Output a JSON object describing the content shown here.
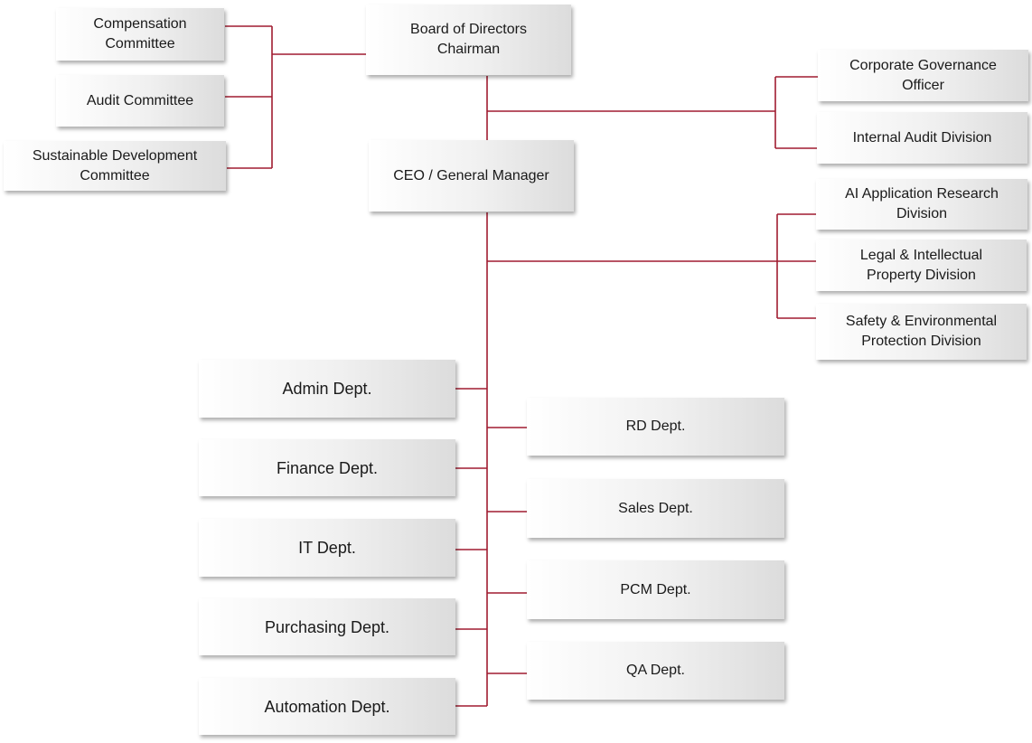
{
  "line_color": "#a01c30",
  "nodes": {
    "board": "Board of Directors\nChairman",
    "compensation": "Compensation\nCommittee",
    "audit_committee": "Audit Committee",
    "sustainable": "Sustainable Development\nCommittee",
    "governance": "Corporate Governance\nOfficer",
    "internal_audit": "Internal Audit Division",
    "ceo": "CEO / General Manager",
    "ai_research": "AI Application    Research\nDivision",
    "legal": "Legal & Intellectual\nProperty Division",
    "safety": "Safety & Environmental\nProtection Division",
    "admin": "Admin Dept.",
    "finance": "Finance Dept.",
    "it": "IT Dept.",
    "purchasing": "Purchasing Dept.",
    "automation": "Automation Dept.",
    "rd": "RD Dept.",
    "sales": "Sales Dept.",
    "pcm": "PCM Dept.",
    "qa": "QA Dept."
  }
}
